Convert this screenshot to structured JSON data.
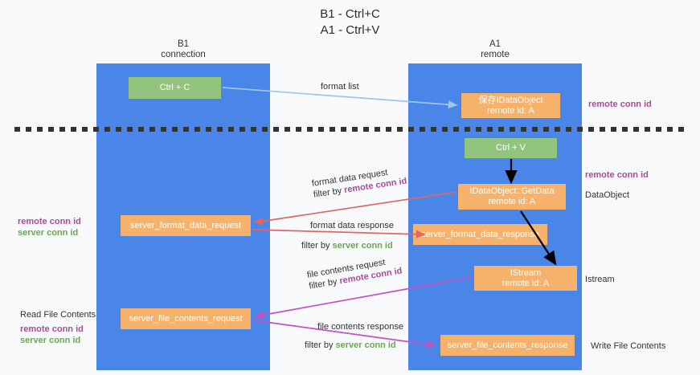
{
  "title": {
    "line1": "B1 - Ctrl+C",
    "line2": "A1 - Ctrl+V"
  },
  "columns": [
    {
      "name": "B1",
      "role": "connection"
    },
    {
      "name": "A1",
      "role": "remote"
    }
  ],
  "boxes": {
    "ctrl_c": "Ctrl + C",
    "ctrl_v": "Ctrl + V",
    "save_dataobject_l1": "保存IDataObject",
    "save_dataobject_l2": "remote id: A",
    "getdata_l1": "IDataObject::GetData",
    "getdata_l2": "remote id: A",
    "istream_l1": "IStream",
    "istream_l2": "remote id: A",
    "server_format_data_request": "server_format_data_request",
    "server_format_data_response": "server_format_data_response",
    "server_file_contents_request": "server_file_contents_request",
    "server_file_contents_response": "server_file_contents_response"
  },
  "edge_labels": {
    "format_list": "format list",
    "format_data_request": "format data request",
    "format_data_request_filter_pre": "filter by ",
    "format_data_request_filter_key": "remote conn id",
    "format_data_response": "format data response",
    "format_data_response_filter_pre": "filter by ",
    "format_data_response_filter_key": "server conn id",
    "file_contents_request": "file contents request",
    "file_contents_request_filter_pre": "filter by ",
    "file_contents_request_filter_key": "remote conn id",
    "file_contents_response": "file contents response",
    "file_contents_response_filter_pre": "filter by ",
    "file_contents_response_filter_key": "server conn id"
  },
  "right_labels": {
    "remote_conn_id_top": "remote conn id",
    "remote_conn_id_mid": "remote conn id",
    "dataobject": "DataObject",
    "istream": "Istream",
    "write_file_contents": "Write File Contents"
  },
  "left_labels": {
    "remote_conn_id_mid": "remote conn id",
    "server_conn_id_mid": "server conn id",
    "read_file_contents": "Read File Contents",
    "remote_conn_id_bottom": "remote conn id",
    "server_conn_id_bottom": "server conn id"
  },
  "colors": {
    "lane": "#4a86e8",
    "green_box": "#93c47d",
    "orange_box": "#f6b26b",
    "purple": "#a64d9a",
    "green_text": "#6aa84f",
    "arrow_blue": "#9fc5e8",
    "arrow_red": "#e06666",
    "arrow_magenta": "#c252c2",
    "arrow_black": "#000000",
    "background": "#f8f9fa",
    "divider": "#333333"
  }
}
